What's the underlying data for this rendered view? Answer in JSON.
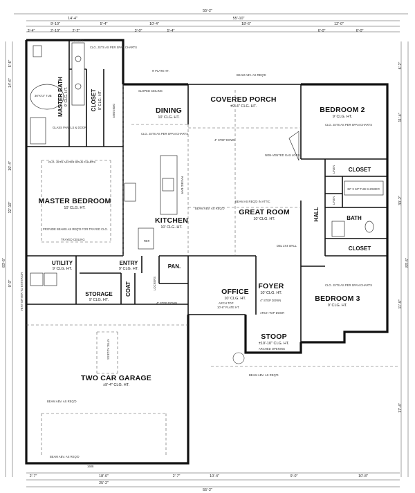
{
  "rooms": {
    "master_bath": {
      "name": "MASTER BATH",
      "ceiling": "9' CLG. HT."
    },
    "closet_master": {
      "name": "CLOSET",
      "ceiling": "8' CLG. HT."
    },
    "covered_porch": {
      "name": "COVERED PORCH",
      "ceiling": "±9'-4\" CLG. HT."
    },
    "bedroom2": {
      "name": "BEDROOM 2",
      "ceiling": "9' CLG. HT."
    },
    "dining": {
      "name": "DINING",
      "ceiling": "10' CLG. HT."
    },
    "master_bedroom": {
      "name": "MASTER BEDROOM",
      "ceiling": "10' CLG. HT."
    },
    "great_room": {
      "name": "GREAT ROOM",
      "ceiling": "10' CLG. HT."
    },
    "kitchen": {
      "name": "KITCHEN",
      "ceiling": "10' CLG. HT."
    },
    "hall": {
      "name": "HALL",
      "ceiling": ""
    },
    "bath": {
      "name": "BATH",
      "ceiling": ""
    },
    "linen1": {
      "name": "LINEN",
      "ceiling": ""
    },
    "linen2": {
      "name": "LINEN",
      "ceiling": ""
    },
    "closet_b2": {
      "name": "CLOSET",
      "ceiling": ""
    },
    "closet_b3": {
      "name": "CLOSET",
      "ceiling": ""
    },
    "utility": {
      "name": "UTILITY",
      "ceiling": "9' CLG. HT."
    },
    "entry": {
      "name": "ENTRY",
      "ceiling": "9' CLG. HT."
    },
    "pantry": {
      "name": "PAN.",
      "ceiling": ""
    },
    "storage": {
      "name": "STORAGE",
      "ceiling": "9' CLG. HT."
    },
    "coat": {
      "name": "COAT",
      "ceiling": ""
    },
    "office": {
      "name": "OFFICE",
      "ceiling": "10' CLG. HT."
    },
    "foyer": {
      "name": "FOYER",
      "ceiling": "10' CLG. HT."
    },
    "bedroom3": {
      "name": "BEDROOM 3",
      "ceiling": "9' CLG. HT."
    },
    "stoop": {
      "name": "STOOP",
      "ceiling": "±10'-10\" CLG. HT."
    },
    "garage": {
      "name": "TWO CAR GARAGE",
      "ceiling": "±9'-4\" CLG. HT."
    }
  },
  "notes": {
    "sloped_ceiling": "SLOPED CEILING",
    "clg_jsts_span": "CLG. JSTS AS PER SPAN CHARTS",
    "beam_master": "PROVIDE BEAMS AS REQ'D FOR TRAYED CLG.",
    "trayed_ceiling": "TRAYED CEILING",
    "beam_abv": "BEAM ABV. AS REQ'D",
    "beam_attic": "BEAM AS REQ'D IN ATTIC",
    "non_vented": "NON-VENTED GAS LOGS",
    "tub_shower": "32\" X 60\" TUB SHOWER",
    "plate_ht": "10'-6\" PLATE HT.",
    "step_down": "4\" STEP DOWN",
    "arch_top_door": "ARCH TOP DOOR",
    "arch_top": "ARCH TOP",
    "arched_opening": "ARCHED OPENING",
    "dbl_wall": "DBL 2X4 WALL",
    "attic_access": "ATTIC ACCESS",
    "glass_panels": "GLASS PANELS & DOOR",
    "raised_bar": "RAISED BAR",
    "vanity": "VANITY",
    "dresser": "DRESSER",
    "ref": "REF.",
    "lockers": "LOCKERS",
    "plate_9": "9' PLATE HT.",
    "tub": "36\"X72\" TUB",
    "vent_dryer": "VENT DRYER TO EXTERIOR",
    "beam_garage": "BEAM ABV. AS REQ'D",
    "opening_code": "1608"
  },
  "dimensions": {
    "top_overall": "55'-2\"",
    "top_overall2": "55'-10\"",
    "top_a": "14'-4\"",
    "top_b": "10'-4\"",
    "top_c": "18'-6\"",
    "top_d": "12'-0\"",
    "top_e": "9'-10\"",
    "top_f": "5'-4\"",
    "top_g": "3'-0\"",
    "top_h": "5'-4\"",
    "top_i": "6'-0\"",
    "top_j": "6'-0\"",
    "top_k": "3'-4\"",
    "top_l": "2'-10\"",
    "top_m": "2'-2\"",
    "bottom_overall": "55'-2\"",
    "bottom_a": "25'-2\"",
    "bottom_b": "10'-4\"",
    "bottom_c": "9'-0\"",
    "bottom_d": "10'-8\"",
    "bottom_e": "2'-7\"",
    "bottom_f": "18'-0\"",
    "bottom_g": "2'-7\"",
    "left_overall": "83'-6\"",
    "left_a": "32'-10\"",
    "left_b": "19'-4\"",
    "left_c": "14'-6\"",
    "left_d": "9'-0\"",
    "left_e": "5'-6\"",
    "right_overall": "83'-6\"",
    "right_a": "30'-2\"",
    "right_b": "11'-4\"",
    "right_c": "17'-4\"",
    "right_d": "11'-9\"",
    "right_e": "6'-2\""
  }
}
